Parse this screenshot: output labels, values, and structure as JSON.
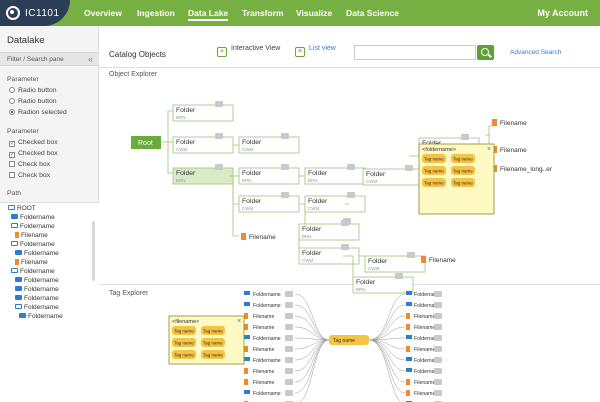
{
  "header": {
    "logo_text": "IC1101",
    "nav": [
      "Overview",
      "Ingestion",
      "Data Lake",
      "Transform",
      "Visualize",
      "Data Science"
    ],
    "active_nav": "Data Lake",
    "account": "My Account",
    "brand_color": "#76b043"
  },
  "sidebar": {
    "title": "Datalake",
    "pane_label": "Filter / Search pane",
    "collapse_icon": "«",
    "radio_section": "Parameter",
    "radio_items": [
      "Radio button",
      "Radio button",
      "Radion selected"
    ],
    "check_section": "Parameter",
    "check_items": [
      "Checked box",
      "Checked box",
      "Check box",
      "Check box"
    ],
    "path_section": "Path",
    "tree": [
      "ROOT",
      "Foldername",
      "Foldername",
      "Filename",
      "Foldername",
      "Foldername",
      "Filename",
      "Foldername",
      "Foldername",
      "Foldername",
      "Foldername",
      "Foldername",
      "Foldername"
    ]
  },
  "toolbar": {
    "title": "Catalog Objects",
    "interactive_view": "Interactive View",
    "list_view": "List view",
    "search_placeholder": "",
    "advanced_search": "Advanced Search"
  },
  "object_explorer": {
    "title": "Object Explorer",
    "root": "Root",
    "folder": "Folder",
    "sub": [
      "BRN",
      "CWM",
      "BRN",
      "CWM",
      "BRN",
      "CWM",
      "BRN",
      "CWM",
      "BRN",
      "CWM",
      "BRN",
      "BRN",
      "CWM"
    ],
    "filename": "Filename",
    "filename_long": "Filename_long..er",
    "popup_title": "<foldername>",
    "tag": "Tag name"
  },
  "tag_explorer": {
    "title": "Tag Explorer",
    "popup_title": "<filename>",
    "tag": "Tag name",
    "center_tag": "Tag name",
    "left_items": [
      "Foldername",
      "Foldername",
      "Filename",
      "Filename",
      "Foldername",
      "Filename",
      "Foldername",
      "Filename",
      "Filename",
      "Foldername",
      "Filename"
    ],
    "right_items": [
      "Foldername",
      "Foldername",
      "Filename",
      "Filename",
      "Foldername",
      "Filename",
      "Foldername",
      "Foldername",
      "Filename",
      "Filename",
      "Foldername"
    ]
  }
}
